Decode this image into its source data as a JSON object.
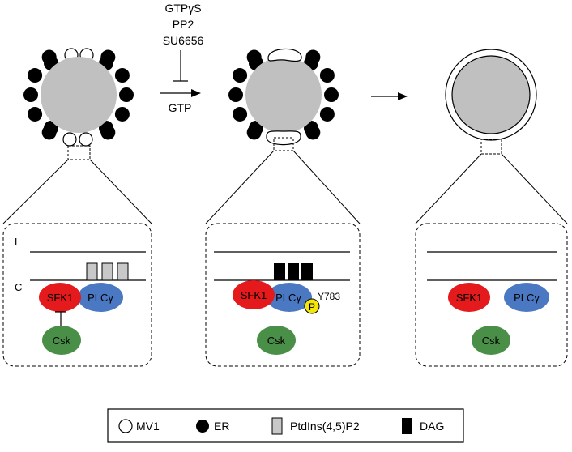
{
  "inhibitors": {
    "line1": "GTPγS",
    "line2": "PP2",
    "line3": "SU6656"
  },
  "arrow_label": "GTP",
  "layer_labels": {
    "lumen": "L",
    "cytoplasm": "C"
  },
  "panels": {
    "left": {
      "sfk": "SFK1",
      "plc": "PLCγ",
      "csk": "Csk"
    },
    "middle": {
      "sfk": "SFK1",
      "plc": "PLCγ",
      "phospho": "P",
      "site": "Y783",
      "csk": "Csk"
    },
    "right": {
      "sfk": "SFK1",
      "plc": "PLCγ",
      "csk": "Csk"
    }
  },
  "legend": {
    "mv1": "MV1",
    "er": "ER",
    "ptdins": "PtdIns(4,5)P2",
    "dag": "DAG"
  },
  "colors": {
    "nucleus_gray": "#c0c0c0",
    "sfk_red": "#e41a1c",
    "plc_blue": "#4a78c2",
    "csk_green": "#4a8f47",
    "phospho_yellow": "#f5e60a",
    "ptdins_gray": "#c8c8c8",
    "dag_black": "#000000"
  }
}
